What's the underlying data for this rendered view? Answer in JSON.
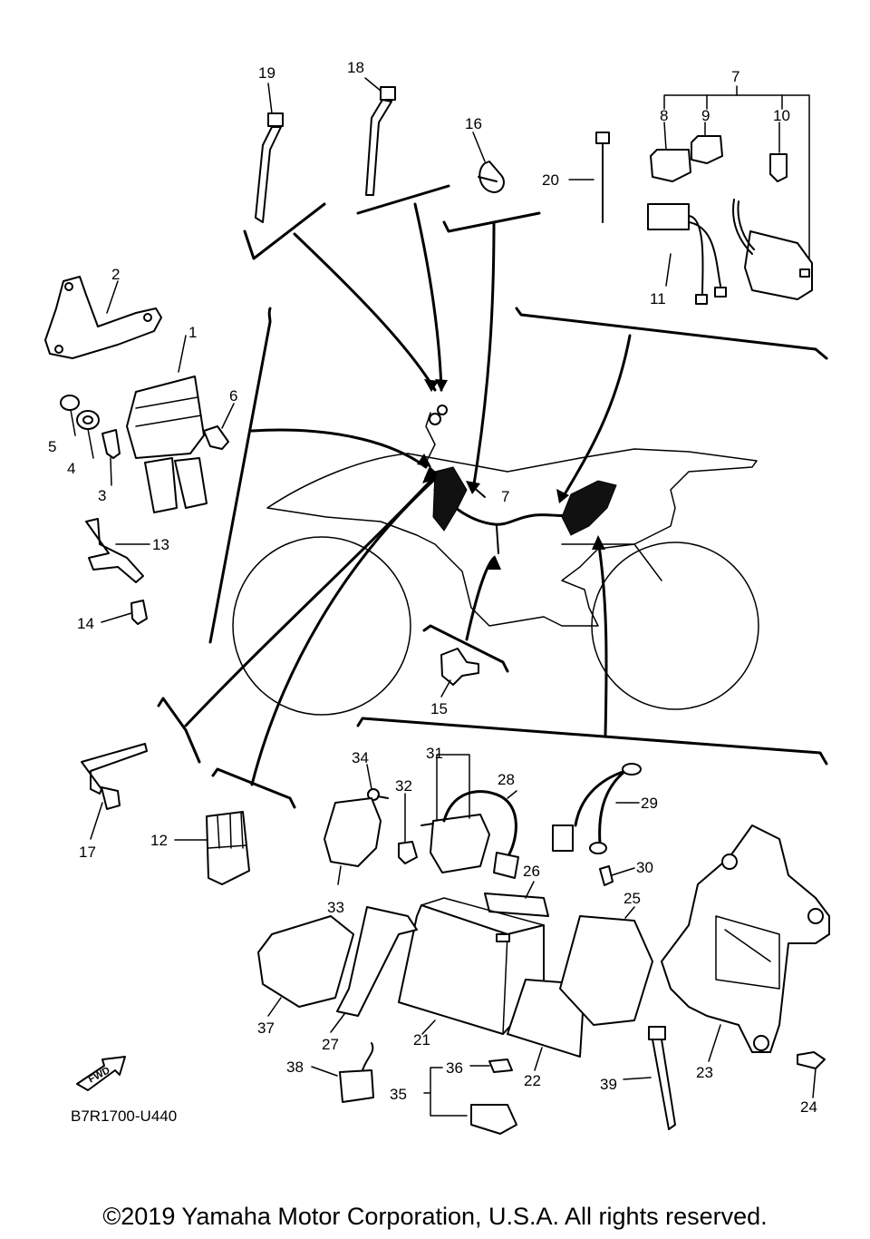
{
  "diagram_code": "B7R1700-U440",
  "copyright": "©2019 Yamaha Motor Corporation, U.S.A. All rights reserved.",
  "fwd_label": "FWD",
  "callouts": {
    "p1": "1",
    "p2": "2",
    "p3": "3",
    "p4": "4",
    "p5": "5",
    "p6": "6",
    "p7": "7",
    "p7b": "7",
    "p8": "8",
    "p9": "9",
    "p10": "10",
    "p11": "11",
    "p12": "12",
    "p13": "13",
    "p14": "14",
    "p15": "15",
    "p16": "16",
    "p17": "17",
    "p18": "18",
    "p19": "19",
    "p20": "20",
    "p21": "21",
    "p22": "22",
    "p23": "23",
    "p24": "24",
    "p25": "25",
    "p26": "26",
    "p27": "27",
    "p28": "28",
    "p29": "29",
    "p30": "30",
    "p31": "31",
    "p32": "32",
    "p33": "33",
    "p34": "34",
    "p35": "35",
    "p36": "36",
    "p37": "37",
    "p38": "38",
    "p39": "39"
  }
}
